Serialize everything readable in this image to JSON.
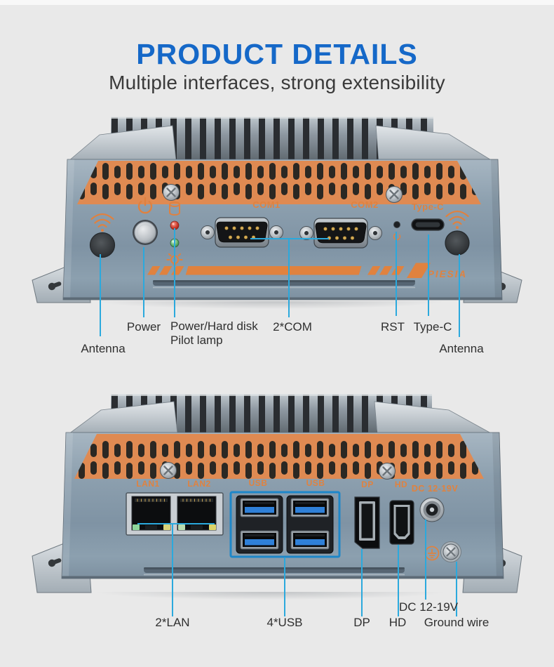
{
  "header": {
    "title": "PRODUCT DETAILS",
    "subtitle": "Multiple interfaces, strong extensibility"
  },
  "colors": {
    "title_blue": "#1568c8",
    "callout_blue": "#2ba9dd",
    "accent_orange": "#e0823f",
    "vent_orange": "#df8a52",
    "background": "#e9e9e9"
  },
  "front_view": {
    "device_labels": {
      "com1": "COM1",
      "com2": "COM2",
      "type_c": "Type-C",
      "brand": "PIESIA"
    },
    "callouts": {
      "antenna_left": "Antenna",
      "power": "Power",
      "pilot_line1": "Power/Hard disk",
      "pilot_line2": "Pilot lamp",
      "com": "2*COM",
      "rst": "RST",
      "type_c": "Type-C",
      "antenna_right": "Antenna"
    }
  },
  "rear_view": {
    "device_labels": {
      "lan1": "LAN1",
      "lan2": "LAN2",
      "usb_left": "USB",
      "usb_right": "USB",
      "dp": "DP",
      "hd": "HD",
      "dc": "DC 12-19V"
    },
    "callouts": {
      "lan": "2*LAN",
      "usb": "4*USB",
      "dp": "DP",
      "hd": "HD",
      "dc": "DC 12-19V",
      "ground": "Ground wire"
    }
  }
}
